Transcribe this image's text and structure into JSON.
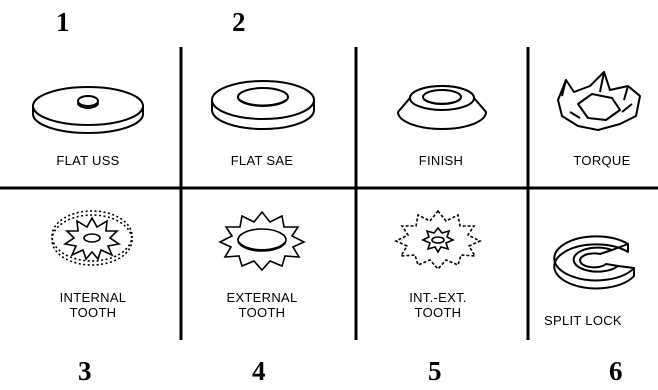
{
  "numbers": [
    "1",
    "2",
    "3",
    "4",
    "5",
    "6"
  ],
  "washers": [
    {
      "lines": [
        "FLAT USS"
      ],
      "icon": "flat-uss-washer-icon"
    },
    {
      "lines": [
        "FLAT SAE"
      ],
      "icon": "flat-sae-washer-icon"
    },
    {
      "lines": [
        "FINISH"
      ],
      "icon": "finish-washer-icon"
    },
    {
      "lines": [
        "TORQUE"
      ],
      "icon": "torque-washer-icon"
    },
    {
      "lines": [
        "INTERNAL",
        "TOOTH"
      ],
      "icon": "internal-tooth-washer-icon"
    },
    {
      "lines": [
        "EXTERNAL",
        "TOOTH"
      ],
      "icon": "external-tooth-washer-icon"
    },
    {
      "lines": [
        "INT.-EXT.",
        "TOOTH"
      ],
      "icon": "int-ext-tooth-washer-icon"
    },
    {
      "lines": [
        "SPLIT LOCK"
      ],
      "icon": "split-lock-washer-icon"
    }
  ]
}
